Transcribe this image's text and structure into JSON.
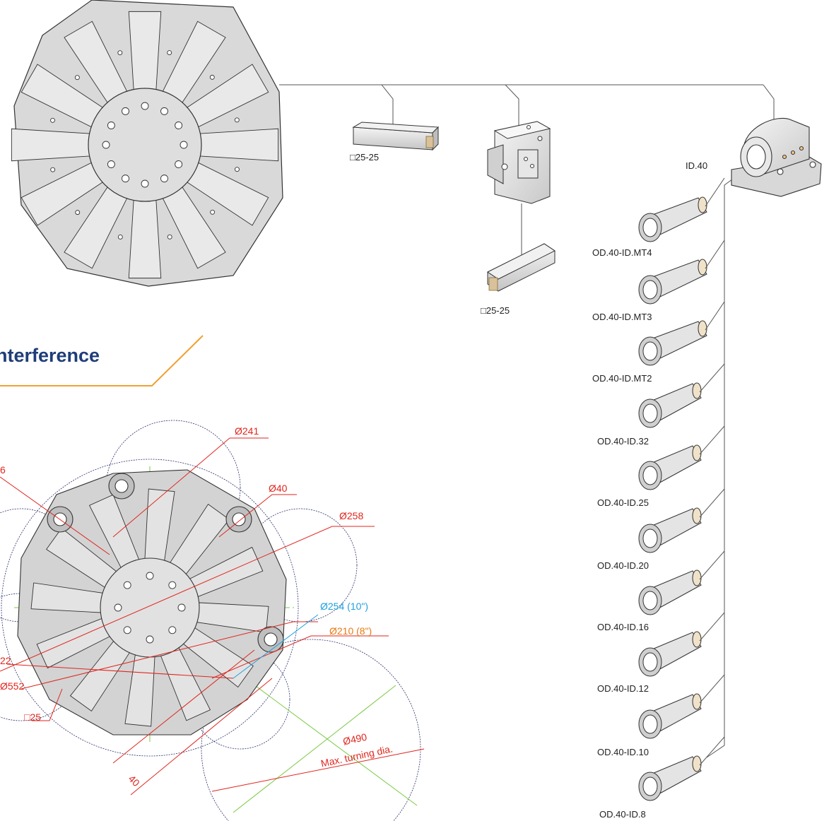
{
  "tool_labels": {
    "square_tool_1": "□25-25",
    "square_tool_2": "□25-25",
    "id_holder": "ID.40"
  },
  "sleeves": [
    "OD.40-ID.MT4",
    "OD.40-ID.MT3",
    "OD.40-ID.MT2",
    "OD.40-ID.32",
    "OD.40-ID.25",
    "OD.40-ID.20",
    "OD.40-ID.16",
    "OD.40-ID.12",
    "OD.40-ID.10",
    "OD.40-ID.8"
  ],
  "section": {
    "heading": "nterference"
  },
  "dimensions": {
    "d241": "Ø241",
    "d40": "Ø40",
    "d258": "Ø258",
    "d254": "Ø254 (10\")",
    "d210": "Ø210 (8\")",
    "d490": "Ø490",
    "max_turning": "Max. turning dia.",
    "d552": "Ø552",
    "sq25": "□25",
    "cut_left_top": "6",
    "cut_left_mid": "22",
    "offset_40": "40"
  },
  "colors": {
    "heading": "#1f3d7a",
    "accent_line": "#f0a030",
    "dimension_red": "#e0261e",
    "dimension_blue": "#1ea0e0",
    "dimension_orange": "#e87a14",
    "guide_green": "#7ac943",
    "circle_navy": "#2a2f6a",
    "body_gray": "#d6d6d6"
  }
}
